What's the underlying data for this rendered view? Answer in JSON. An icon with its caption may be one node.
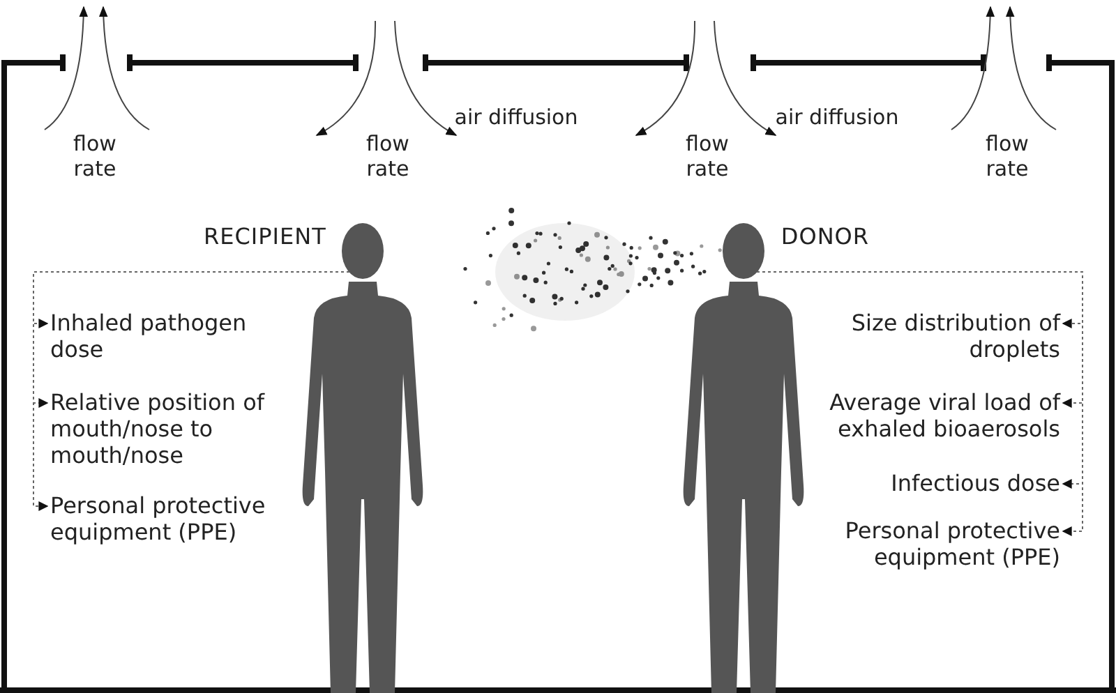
{
  "diagram": {
    "nodes": [
      {
        "text": [
          "RECIPIENT"
        ]
      },
      {
        "text": [
          "Inhaled pathogen dose"
        ]
      },
      {
        "text": [
          "Relative position of mouth/nose to mouth/nose"
        ]
      },
      {
        "text": [
          "Personal protective equipment (PPE)"
        ]
      },
      {
        "text": [
          "DONOR"
        ]
      },
      {
        "text": [
          "Size distribution of droplets"
        ]
      },
      {
        "text": [
          "Average viral load of exhaled bioaerosols"
        ]
      },
      {
        "text": [
          "Infectious dose"
        ]
      },
      {
        "text": [
          "Personal protective equipment (PPE)"
        ]
      }
    ],
    "edges": [
      {
        "from": 0,
        "to": 1,
        "arrow": "to",
        "style": "dashed"
      },
      {
        "from": 0,
        "to": 2,
        "arrow": "to",
        "style": "dashed"
      },
      {
        "from": 0,
        "to": 3,
        "arrow": "to",
        "style": "dashed"
      },
      {
        "from": 4,
        "to": 5,
        "arrow": "to",
        "style": "dashed"
      },
      {
        "from": 4,
        "to": 6,
        "arrow": "to",
        "style": "dashed"
      },
      {
        "from": 4,
        "to": 7,
        "arrow": "to",
        "style": "dashed"
      },
      {
        "from": 4,
        "to": 8,
        "arrow": "to",
        "style": "dashed"
      }
    ],
    "labels": [
      "flow rate",
      "flow rate",
      "air diffusion",
      "flow rate",
      "air diffusion",
      "flow rate"
    ]
  }
}
